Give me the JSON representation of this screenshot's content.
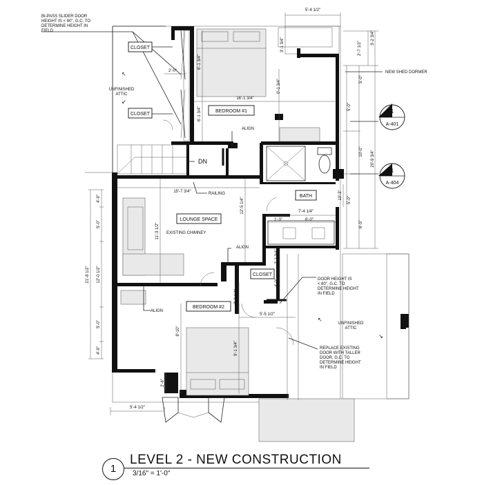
{
  "title": {
    "number": "1",
    "name": "LEVEL 2 - NEW CONSTRUCTION",
    "scale": "3/16\" = 1'-0\""
  },
  "rooms": {
    "bedroom1": "BEDROOM #1",
    "bedroom2": "BEDROOM #2",
    "lounge": "LOUNGE SPACE",
    "bath": "BATH",
    "closet_a": "CLOSET",
    "closet_b": "CLOSET",
    "closet_c": "CLOSET",
    "dn": "DN"
  },
  "notes": {
    "bipass": [
      "BI-PASS SLIDER DOOR",
      "HEIGHT IS < 80\", G.C. TO",
      "DETERMINE HEIGHT IN",
      "FIELD"
    ],
    "attic_left": [
      "UNFINISHED",
      "ATTIC"
    ],
    "attic_right": [
      "UNFINISHED",
      "ATTIC"
    ],
    "dormer": "NEW SHED DORMER",
    "align1": "ALIGN",
    "align2": "ALIGN",
    "align3": "ALIGN",
    "railing": "RAILING",
    "chimney": "EXISTING CHIMNEY",
    "door_height": [
      "DOOR HEIGHT IS",
      "< 80\", G.C. TO",
      "DETERMINE HEIGHT",
      "IN FIELD"
    ],
    "replace_door": [
      "REPLACE EXISTING",
      "DOOR WITH TALLER",
      "DOOR, G.C. TO",
      "DETERMINE HEIGHT",
      "IN FIELD"
    ]
  },
  "section_marks": [
    {
      "num": "1",
      "sheet": "A-401"
    },
    {
      "num": "1",
      "sheet": "A-404"
    }
  ],
  "dimensions": {
    "top_width": "5'-4 1/2\"",
    "d_2_7": "2'-7 1/2\"",
    "d_3_2": "3'-2 3/4\"",
    "d_3_1": "3'-1 3/4\"",
    "d_5_0a": "5'-0\"",
    "d_5_0b": "5'-0\"",
    "d_5_0c": "5'-0\"",
    "d_10_0": "10'-0\"",
    "d_20_9": "20'-9 3/4\"",
    "d_6_5": "6'-5\"",
    "d_10_3": "10'-3\"",
    "d_16_1": "16'-1 3/4\"",
    "d_0_1": "0'-1 3/4\"",
    "d_6_1a": "6'-1 3/4\"",
    "d_6_1b": "6'-1 3/4\"",
    "d_2_0": "2'-0\"",
    "d_15_7": "15'-7 3/4\"",
    "d_12_5": "12'-5 1/4\"",
    "d_11_3": "11'-3 1/2\"",
    "d_7_4": "7'-4 1/4\"",
    "d_1_3": "1'-3\"",
    "d_6_0": "6'-0\"",
    "d_2_2": "2'-2 3/4\"",
    "d_4_0": "4'-0\"",
    "d_2_2b": "2'-2 1/4\"",
    "d_5_5": "5'-5 1/2\"",
    "d_8_10": "8'-10\"",
    "d_9_1": "9'-1 3/4\"",
    "d_2_6": "2'-6\"",
    "d_5_4b": "5'-4 1/2\"",
    "d_21_8": "21'-8 1/2\"",
    "d_12_0": "12'-0 1/2\"",
    "d_4_9a": "4'-9\"",
    "d_5_0l1": "5'-0\"",
    "d_5_0l2": "5'-0\"",
    "d_4_9b": "4'-9\""
  }
}
